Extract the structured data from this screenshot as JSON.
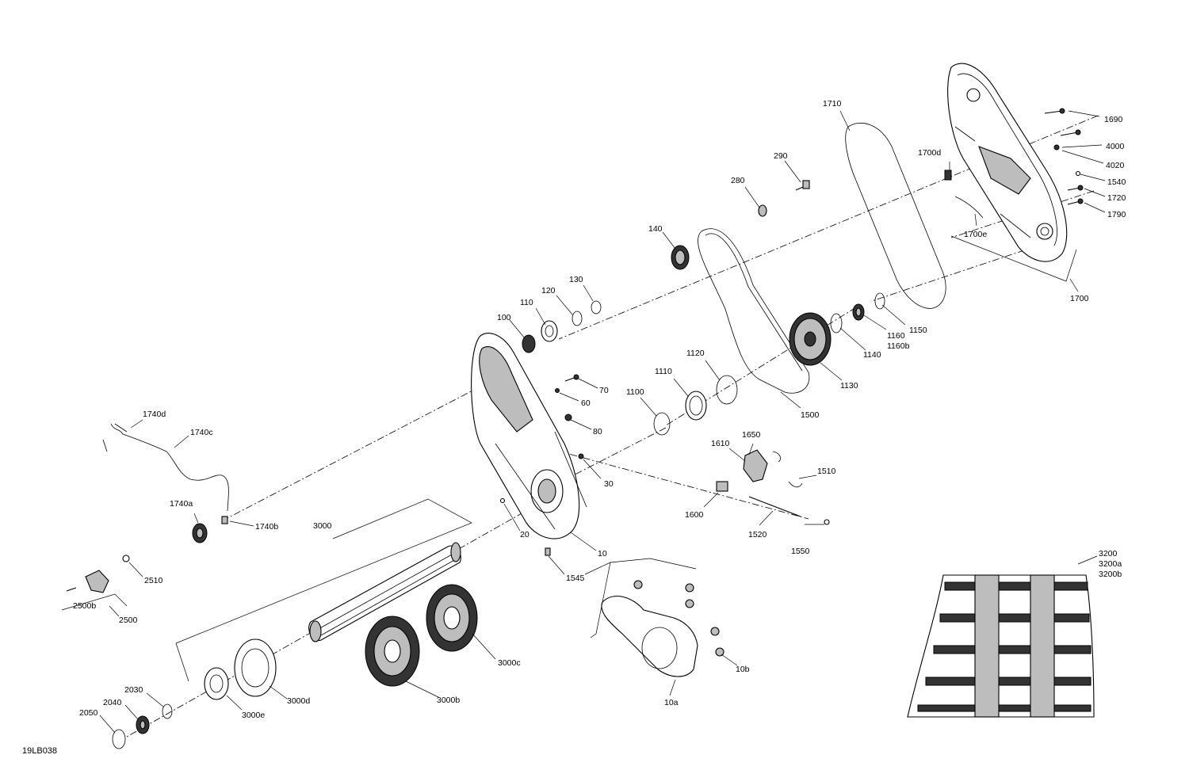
{
  "drawing_id": "19LB038",
  "labels": {
    "l1690": "1690",
    "l4000": "4000",
    "l4020": "4020",
    "l1540": "1540",
    "l1720": "1720",
    "l1790": "1790",
    "l1700": "1700",
    "l1700d": "1700d",
    "l1700e": "1700e",
    "l1710": "1710",
    "l290": "290",
    "l280": "280",
    "l140": "140",
    "l130": "130",
    "l120": "120",
    "l110": "110",
    "l100": "100",
    "l1150": "1150",
    "l1160": "1160",
    "l1160b": "1160b",
    "l1140": "1140",
    "l1130": "1130",
    "l1500": "1500",
    "l1120": "1120",
    "l1110": "1110",
    "l1100": "1100",
    "l70": "70",
    "l60": "60",
    "l80": "80",
    "l30": "30",
    "l20": "20",
    "l10": "10",
    "l10a": "10a",
    "l10b": "10b",
    "l1545": "1545",
    "l1650": "1650",
    "l1610": "1610",
    "l1600": "1600",
    "l1510": "1510",
    "l1520": "1520",
    "l1550": "1550",
    "l1740d": "1740d",
    "l1740c": "1740c",
    "l1740a": "1740a",
    "l1740b": "1740b",
    "l3000": "3000",
    "l3000c": "3000c",
    "l3000b": "3000b",
    "l3000d": "3000d",
    "l3000e": "3000e",
    "l2510": "2510",
    "l2500": "2500",
    "l2500b": "2500b",
    "l2030": "2030",
    "l2040": "2040",
    "l2050": "2050",
    "l3200": "3200",
    "l3200a": "3200a",
    "l3200b": "3200b"
  }
}
